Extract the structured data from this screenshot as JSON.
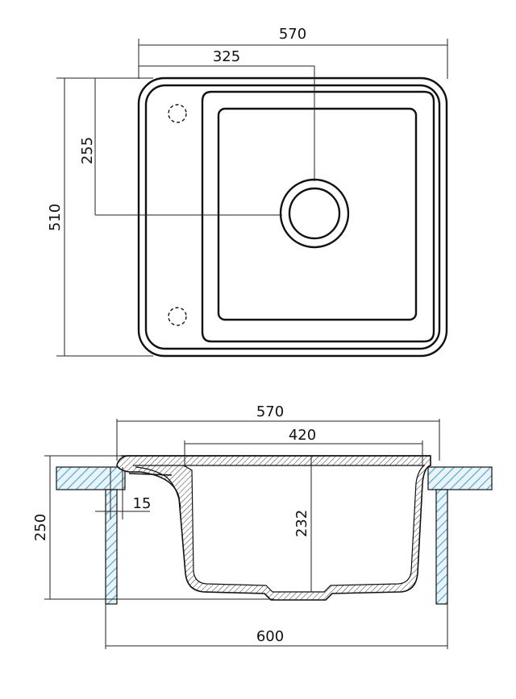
{
  "top_view": {
    "dimensions": {
      "overall_width": "570",
      "drain_offset_x": "325",
      "drain_offset_y": "255",
      "overall_depth": "510"
    }
  },
  "section_view": {
    "dimensions": {
      "overall_width": "570",
      "bowl_width": "420",
      "bowl_depth": "232",
      "total_height": "250",
      "rim_thickness": "15",
      "cabinet_width": "600"
    }
  },
  "colors": {
    "line": "#111111",
    "hatch": "#4aa3c9",
    "hatch_bg": "#e8f4fa"
  }
}
